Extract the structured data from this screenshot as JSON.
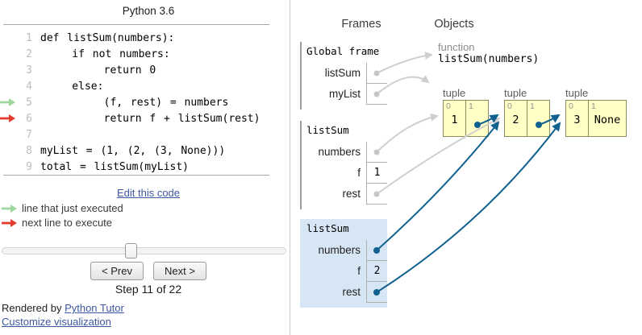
{
  "left_pane": {
    "title": "Python 3.6",
    "code": {
      "lines": [
        {
          "num": "1",
          "text": "def listSum(numbers):"
        },
        {
          "num": "2",
          "text": "    if not numbers:"
        },
        {
          "num": "3",
          "text": "        return 0"
        },
        {
          "num": "4",
          "text": "    else:"
        },
        {
          "num": "5",
          "text": "        (f, rest) = numbers"
        },
        {
          "num": "6",
          "text": "        return f + listSum(rest)"
        },
        {
          "num": "7",
          "text": ""
        },
        {
          "num": "8",
          "text": "myList = (1, (2, (3, None)))"
        },
        {
          "num": "9",
          "text": "total = listSum(myList)"
        }
      ],
      "just_executed_line": 5,
      "next_to_execute_line": 6
    },
    "edit_link_label": "Edit this code",
    "legend": {
      "just_executed": "line that just executed",
      "next_to_execute": "next line to execute"
    },
    "controls": {
      "prev_label": "< Prev",
      "next_label": "Next >",
      "step_text": "Step 11 of 22",
      "step_current": 11,
      "step_total": 22,
      "slider_percent": 48
    },
    "footer": {
      "rendered_by_prefix": "Rendered by ",
      "rendered_by_link": "Python Tutor",
      "customize_link": "Customize visualization"
    }
  },
  "right_pane": {
    "frames_header": "Frames",
    "objects_header": "Objects",
    "frames": [
      {
        "title": "Global frame",
        "highlighted": false,
        "vars": [
          {
            "name": "listSum",
            "value": "",
            "pointer": true,
            "points_to": "function listSum"
          },
          {
            "name": "myList",
            "value": "",
            "pointer": true,
            "points_to": "tuple 1"
          }
        ]
      },
      {
        "title": "listSum",
        "highlighted": false,
        "vars": [
          {
            "name": "numbers",
            "value": "",
            "pointer": true,
            "points_to": "tuple 1"
          },
          {
            "name": "f",
            "value": "1",
            "pointer": false
          },
          {
            "name": "rest",
            "value": "",
            "pointer": true,
            "points_to": "tuple 2"
          }
        ]
      },
      {
        "title": "listSum",
        "highlighted": true,
        "vars": [
          {
            "name": "numbers",
            "value": "",
            "pointer": true,
            "points_to": "tuple 2"
          },
          {
            "name": "f",
            "value": "2",
            "pointer": false
          },
          {
            "name": "rest",
            "value": "",
            "pointer": true,
            "points_to": "tuple 3"
          }
        ]
      }
    ],
    "objects": {
      "function": {
        "type_label": "function",
        "signature": "listSum(numbers)"
      },
      "tuples": [
        {
          "label": "tuple",
          "cells": [
            {
              "index": "0",
              "value": "1"
            },
            {
              "index": "1",
              "value": "",
              "pointer": true,
              "points_to": "tuple 2"
            }
          ]
        },
        {
          "label": "tuple",
          "cells": [
            {
              "index": "0",
              "value": "2"
            },
            {
              "index": "1",
              "value": "",
              "pointer": true,
              "points_to": "tuple 3"
            }
          ]
        },
        {
          "label": "tuple",
          "cells": [
            {
              "index": "0",
              "value": "3"
            },
            {
              "index": "1",
              "value": "None",
              "pointer": false
            }
          ]
        }
      ]
    }
  },
  "icons": {
    "just_executed_arrow": "green-right-arrow",
    "next_line_arrow": "red-right-arrow"
  },
  "colors": {
    "highlighted_frame_bg": "#d7e6f5",
    "tuple_cell_bg": "#ffffc6",
    "tuple_cell_border": "#8a8a5f",
    "blue_arrow": "#10618f",
    "gray_arrow": "#cfcfcf",
    "green_arrow": "#9fd6a0",
    "red_arrow": "#e23d2e",
    "link": "#3D58A2"
  }
}
